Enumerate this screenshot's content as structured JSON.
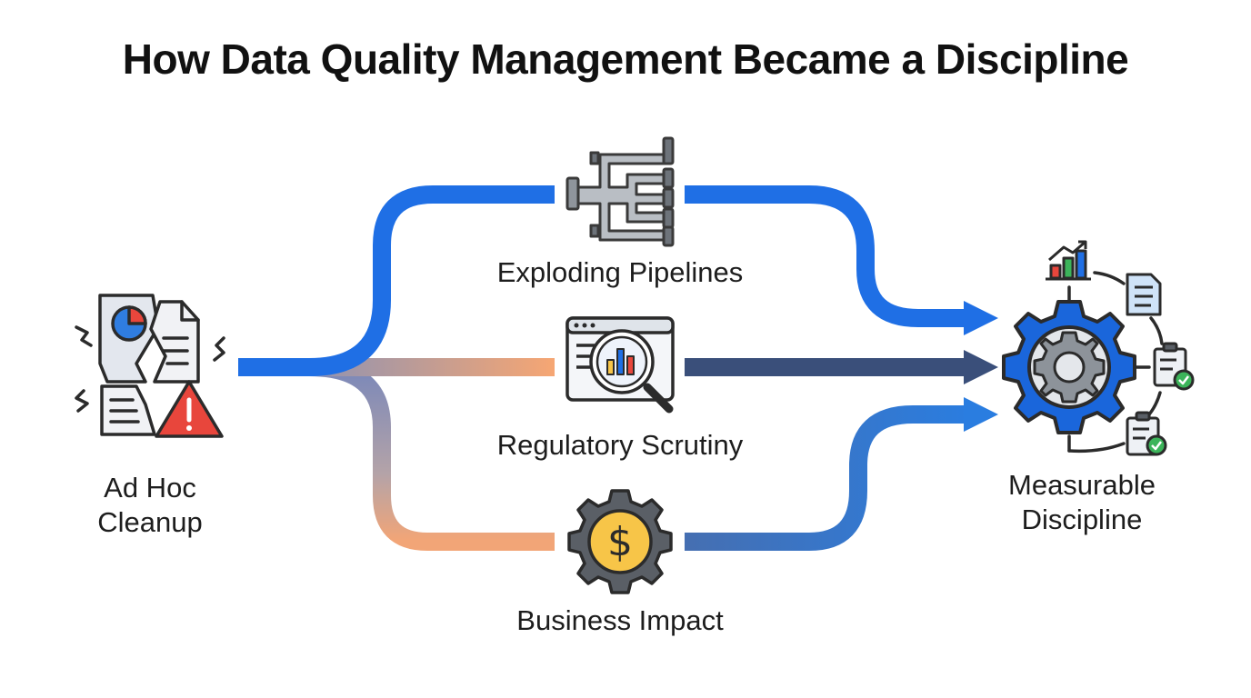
{
  "title": "How Data Quality Management Became a Discipline",
  "nodes": {
    "start": {
      "line1": "Ad Hoc",
      "line2": "Cleanup",
      "icon": "broken-document-warning-icon"
    },
    "pipelines": {
      "label": "Exploding Pipelines",
      "icon": "branching-pipes-icon"
    },
    "regulatory": {
      "label": "Regulatory Scrutiny",
      "icon": "magnifier-report-icon"
    },
    "business": {
      "label": "Business Impact",
      "icon": "dollar-gear-icon"
    },
    "end": {
      "line1": "Measurable",
      "line2": "Discipline",
      "icon": "gear-with-reports-icon"
    }
  },
  "colors": {
    "blue": "#1f6fe5",
    "navy": "#3a4f7a",
    "peach": "#f4a576",
    "mauve": "#9a9bb8",
    "gear_blue": "#1a66db",
    "gear_gray": "#5a5f66",
    "gold": "#f7c548",
    "red": "#e8463c",
    "green": "#3cb45a"
  }
}
